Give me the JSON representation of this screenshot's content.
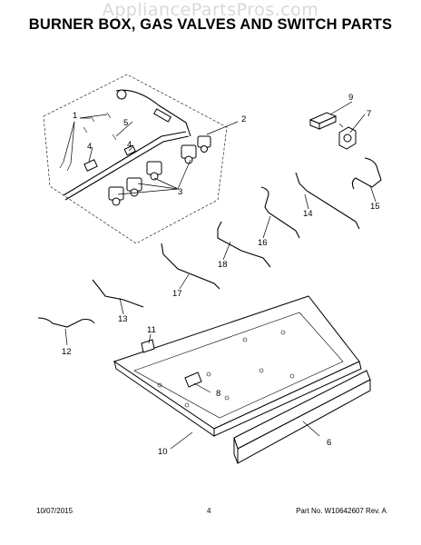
{
  "watermark": "AppliancePartsPros.com",
  "title": "BURNER BOX, GAS VALVES AND SWITCH PARTS",
  "callouts": {
    "c1": "1",
    "c2": "2",
    "c3": "3",
    "c4": "4",
    "c5": "5",
    "c6": "6",
    "c7": "7",
    "c8": "8",
    "c9": "9",
    "c10": "10",
    "c11": "11",
    "c12": "12",
    "c13": "13",
    "c14": "14",
    "c15": "15",
    "c16": "16",
    "c17": "17",
    "c18": "18"
  },
  "footer": {
    "date": "10/07/2015",
    "page": "4",
    "part_number": "Part No. W10642607  Rev. A"
  }
}
